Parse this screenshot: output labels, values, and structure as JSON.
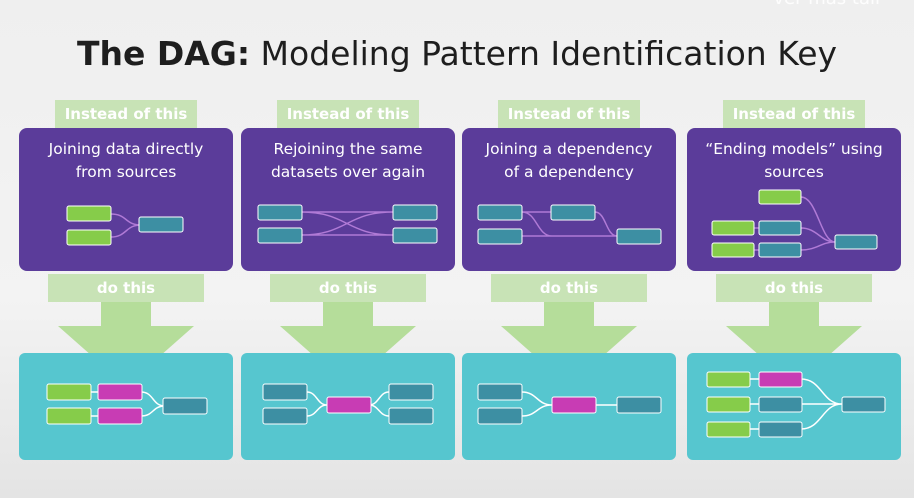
{
  "watermark": "ver mas tali",
  "title": {
    "bold": "The DAG:",
    "rest": " Modeling Pattern Identification Key"
  },
  "columns": [
    {
      "top_label": "Instead of this",
      "lines": [
        "Joining data directly",
        "from sources"
      ],
      "bottom_label": "do this"
    },
    {
      "top_label": "Instead of this",
      "lines": [
        "Rejoining the same",
        "datasets over again"
      ],
      "bottom_label": "do this"
    },
    {
      "top_label": "Instead of this",
      "lines": [
        "Joining a dependency",
        "of a dependency"
      ],
      "bottom_label": "do this"
    },
    {
      "top_label": "Instead of this",
      "lines": [
        "“Ending models” using",
        "sources"
      ],
      "bottom_label": "do this"
    }
  ],
  "colors": {
    "source": "#86cc4a",
    "model": "#3d8fa3",
    "staging": "#c83cb4",
    "purple_bg": "#5b3c9a",
    "teal_bg": "#56c6cf",
    "pill": "#c8e3b6"
  }
}
